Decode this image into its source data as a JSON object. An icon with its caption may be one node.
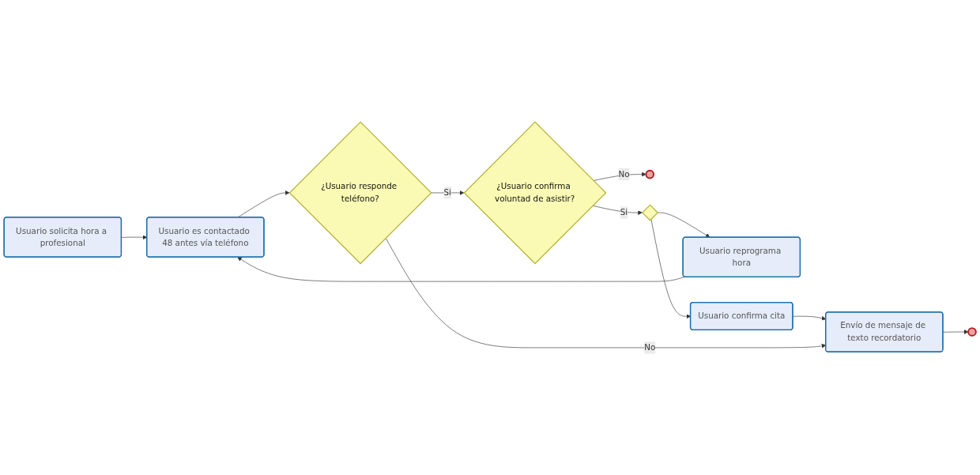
{
  "diagram": {
    "nodes": [
      {
        "text": [
          "Usuario solicita hora a profesional"
        ]
      },
      {
        "text": [
          "Usuario es contactado 48 antes vía teléfono"
        ]
      },
      {
        "text": [
          "¿Usuario responde teléfono?"
        ]
      },
      {
        "text": [
          "¿Usuario confirma voluntad de asistir?"
        ]
      },
      {
        "text": [],
        "shape": "circle"
      },
      {
        "text": [],
        "shape": "diamond"
      },
      {
        "text": [
          "Usuario reprograma hora"
        ]
      },
      {
        "text": [
          "Usuario confirma cita"
        ]
      },
      {
        "text": [
          "Envío de mensaje de texto recordatorio"
        ]
      },
      {
        "text": [],
        "shape": "circle"
      }
    ],
    "edges": [
      {
        "from": 0,
        "to": 1,
        "arrow": "to"
      },
      {
        "from": 1,
        "to": 2,
        "arrow": "to"
      },
      {
        "from": 2,
        "to": 3,
        "arrow": "to",
        "label": "Si"
      },
      {
        "from": 3,
        "to": 4,
        "arrow": "to",
        "label": "No"
      },
      {
        "from": 3,
        "to": 5,
        "arrow": "to",
        "label": "Si"
      },
      {
        "from": 5,
        "to": 6,
        "arrow": "to"
      },
      {
        "from": 6,
        "to": 1,
        "arrow": "to"
      },
      {
        "from": 5,
        "to": 7,
        "arrow": "to"
      },
      {
        "from": 7,
        "to": 8,
        "arrow": "to"
      },
      {
        "from": 2,
        "to": 8,
        "arrow": "to",
        "label": "No"
      },
      {
        "from": 8,
        "to": 9,
        "arrow": "to"
      }
    ]
  }
}
